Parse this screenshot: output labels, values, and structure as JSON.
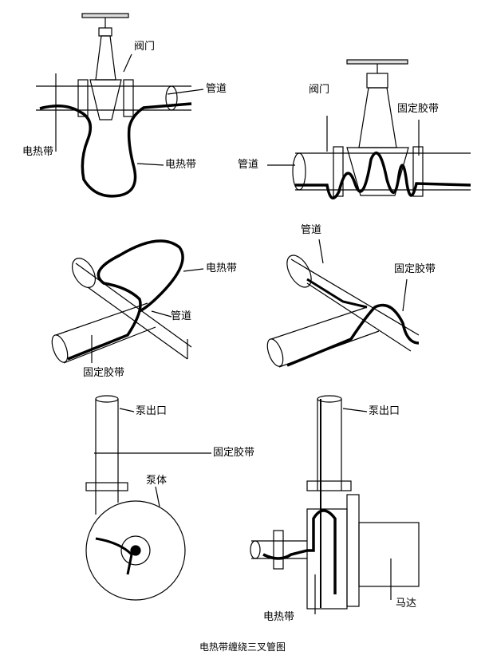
{
  "panels": {
    "valve_left": {
      "valve": "阀门",
      "pipe": "管道",
      "heat_tape_left": "电热带",
      "heat_tape_right": "电热带"
    },
    "valve_right": {
      "valve": "阀门",
      "fixing_tape": "固定胶带",
      "pipe": "管道"
    },
    "tee_left": {
      "heat_tape": "电热带",
      "pipe": "管道",
      "fixing_tape": "固定胶带"
    },
    "tee_right": {
      "pipe": "管道",
      "fixing_tape": "固定胶带"
    },
    "pump_left": {
      "pump_outlet": "泵出口",
      "pump_body": "泵体"
    },
    "pump_center": {
      "fixing_tape": "固定胶带"
    },
    "pump_right": {
      "pump_outlet": "泵出口",
      "motor": "马达",
      "heat_tape": "电热带"
    }
  },
  "caption": "电热带缠绕三叉管图",
  "colors": {
    "line": "#000000",
    "background": "#ffffff"
  }
}
